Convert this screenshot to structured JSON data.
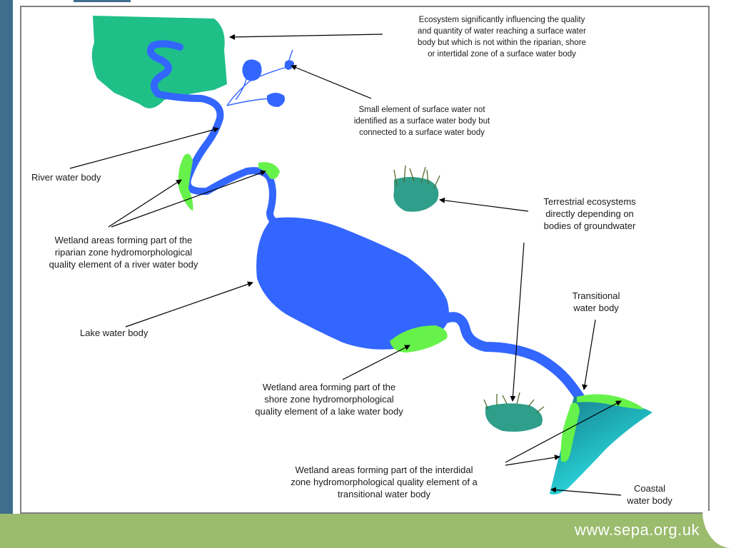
{
  "labels": {
    "ecosystem_influence": "Ecosystem significantly influencing the quality\nand quantity of water reaching a surface water\nbody but which is not within the riparian, shore\nor intertidal zone of a surface water body",
    "small_element": "Small element of surface water not\nidentified as a surface water body but\nconnected to a surface water body",
    "river_water_body": "River water body",
    "wetland_riparian": "Wetland areas forming part of the\nriparian zone hydromorphological\nquality element of a river water body",
    "terrestrial_ecosystems": "Terrestrial ecosystems\ndirectly depending on\nbodies of groundwater",
    "lake_water_body": "Lake water body",
    "transitional_water_body": "Transitional\nwater body",
    "wetland_shore": "Wetland area forming part of the\nshore zone hydromorphological\nquality element of a lake water body",
    "wetland_interdidal": "Wetland areas forming part of the interdidal\nzone hydromorphological quality element of a\ntransitional water body",
    "coastal_water_body": "Coastal\nwater body"
  },
  "footer": {
    "website": "www.sepa.org.uk"
  },
  "colors": {
    "water": "#3366ff",
    "ecosystem": "#1fbf88",
    "wetland": "#66f24a",
    "groundwater_ecosystem": "#2f9e8a",
    "coastal": "#22cccc",
    "footer_band": "#9bbb6d",
    "side_band": "#3f6e8c"
  }
}
